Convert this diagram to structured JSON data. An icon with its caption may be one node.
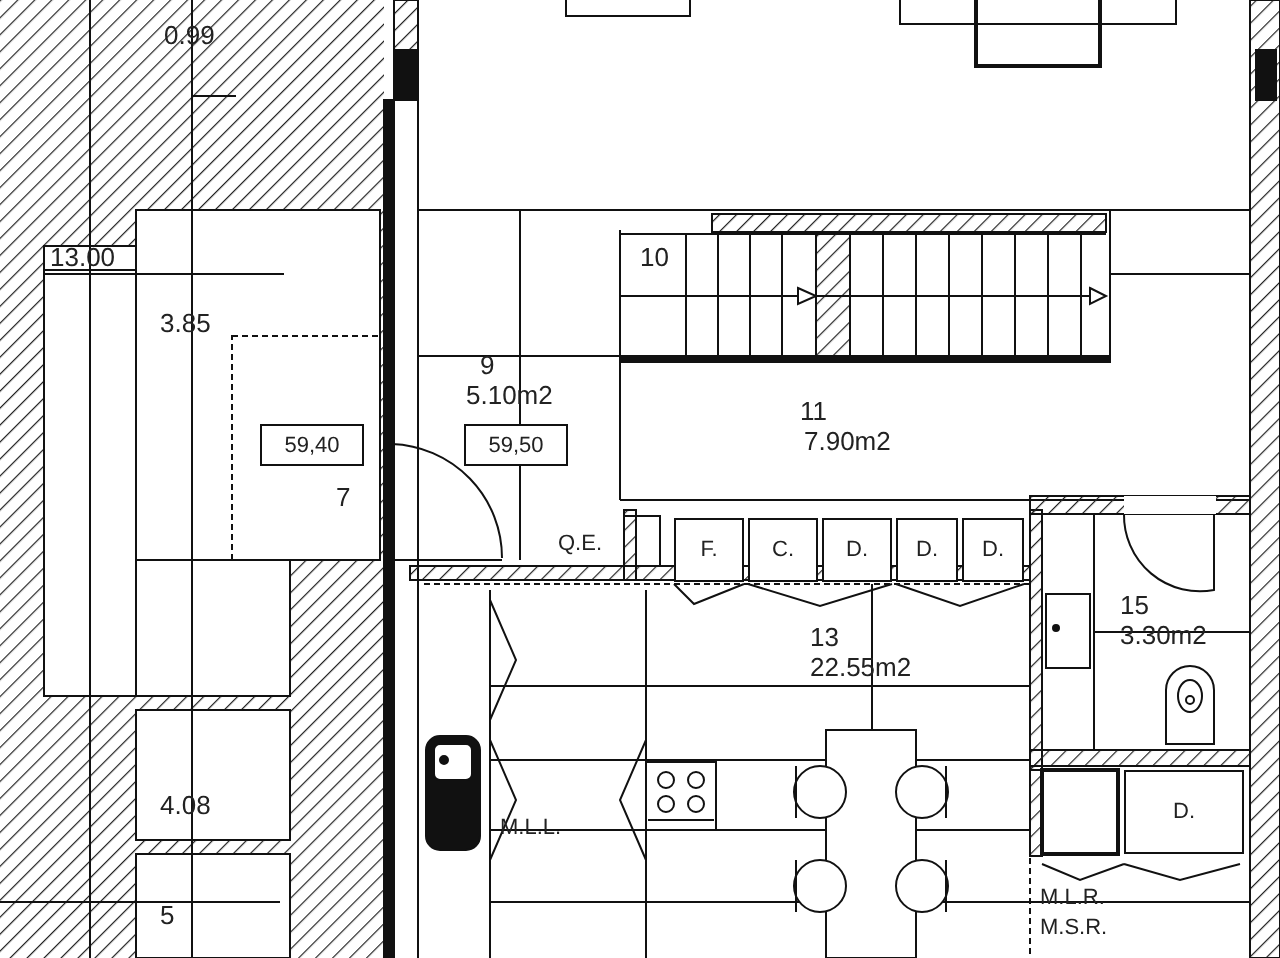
{
  "diagram": {
    "nodes": [
      {
        "text": [
          "59,40"
        ]
      },
      {
        "text": [
          "59,50"
        ]
      },
      {
        "text": [
          "F."
        ]
      },
      {
        "text": [
          "C."
        ]
      },
      {
        "text": [
          "D."
        ]
      },
      {
        "text": [
          "D."
        ]
      },
      {
        "text": [
          "D."
        ]
      },
      {
        "text": [
          "D."
        ]
      }
    ],
    "labels": [
      "0.99",
      "10",
      "13.00",
      "3.85",
      "9",
      "5.10m2",
      "11",
      "7.90m2",
      "7",
      "Q.E.",
      "15",
      "3.30m2",
      "13",
      "22.55m2",
      "4.08",
      "M.L.L.",
      "5",
      "M.L.R.",
      "M.S.R."
    ]
  }
}
